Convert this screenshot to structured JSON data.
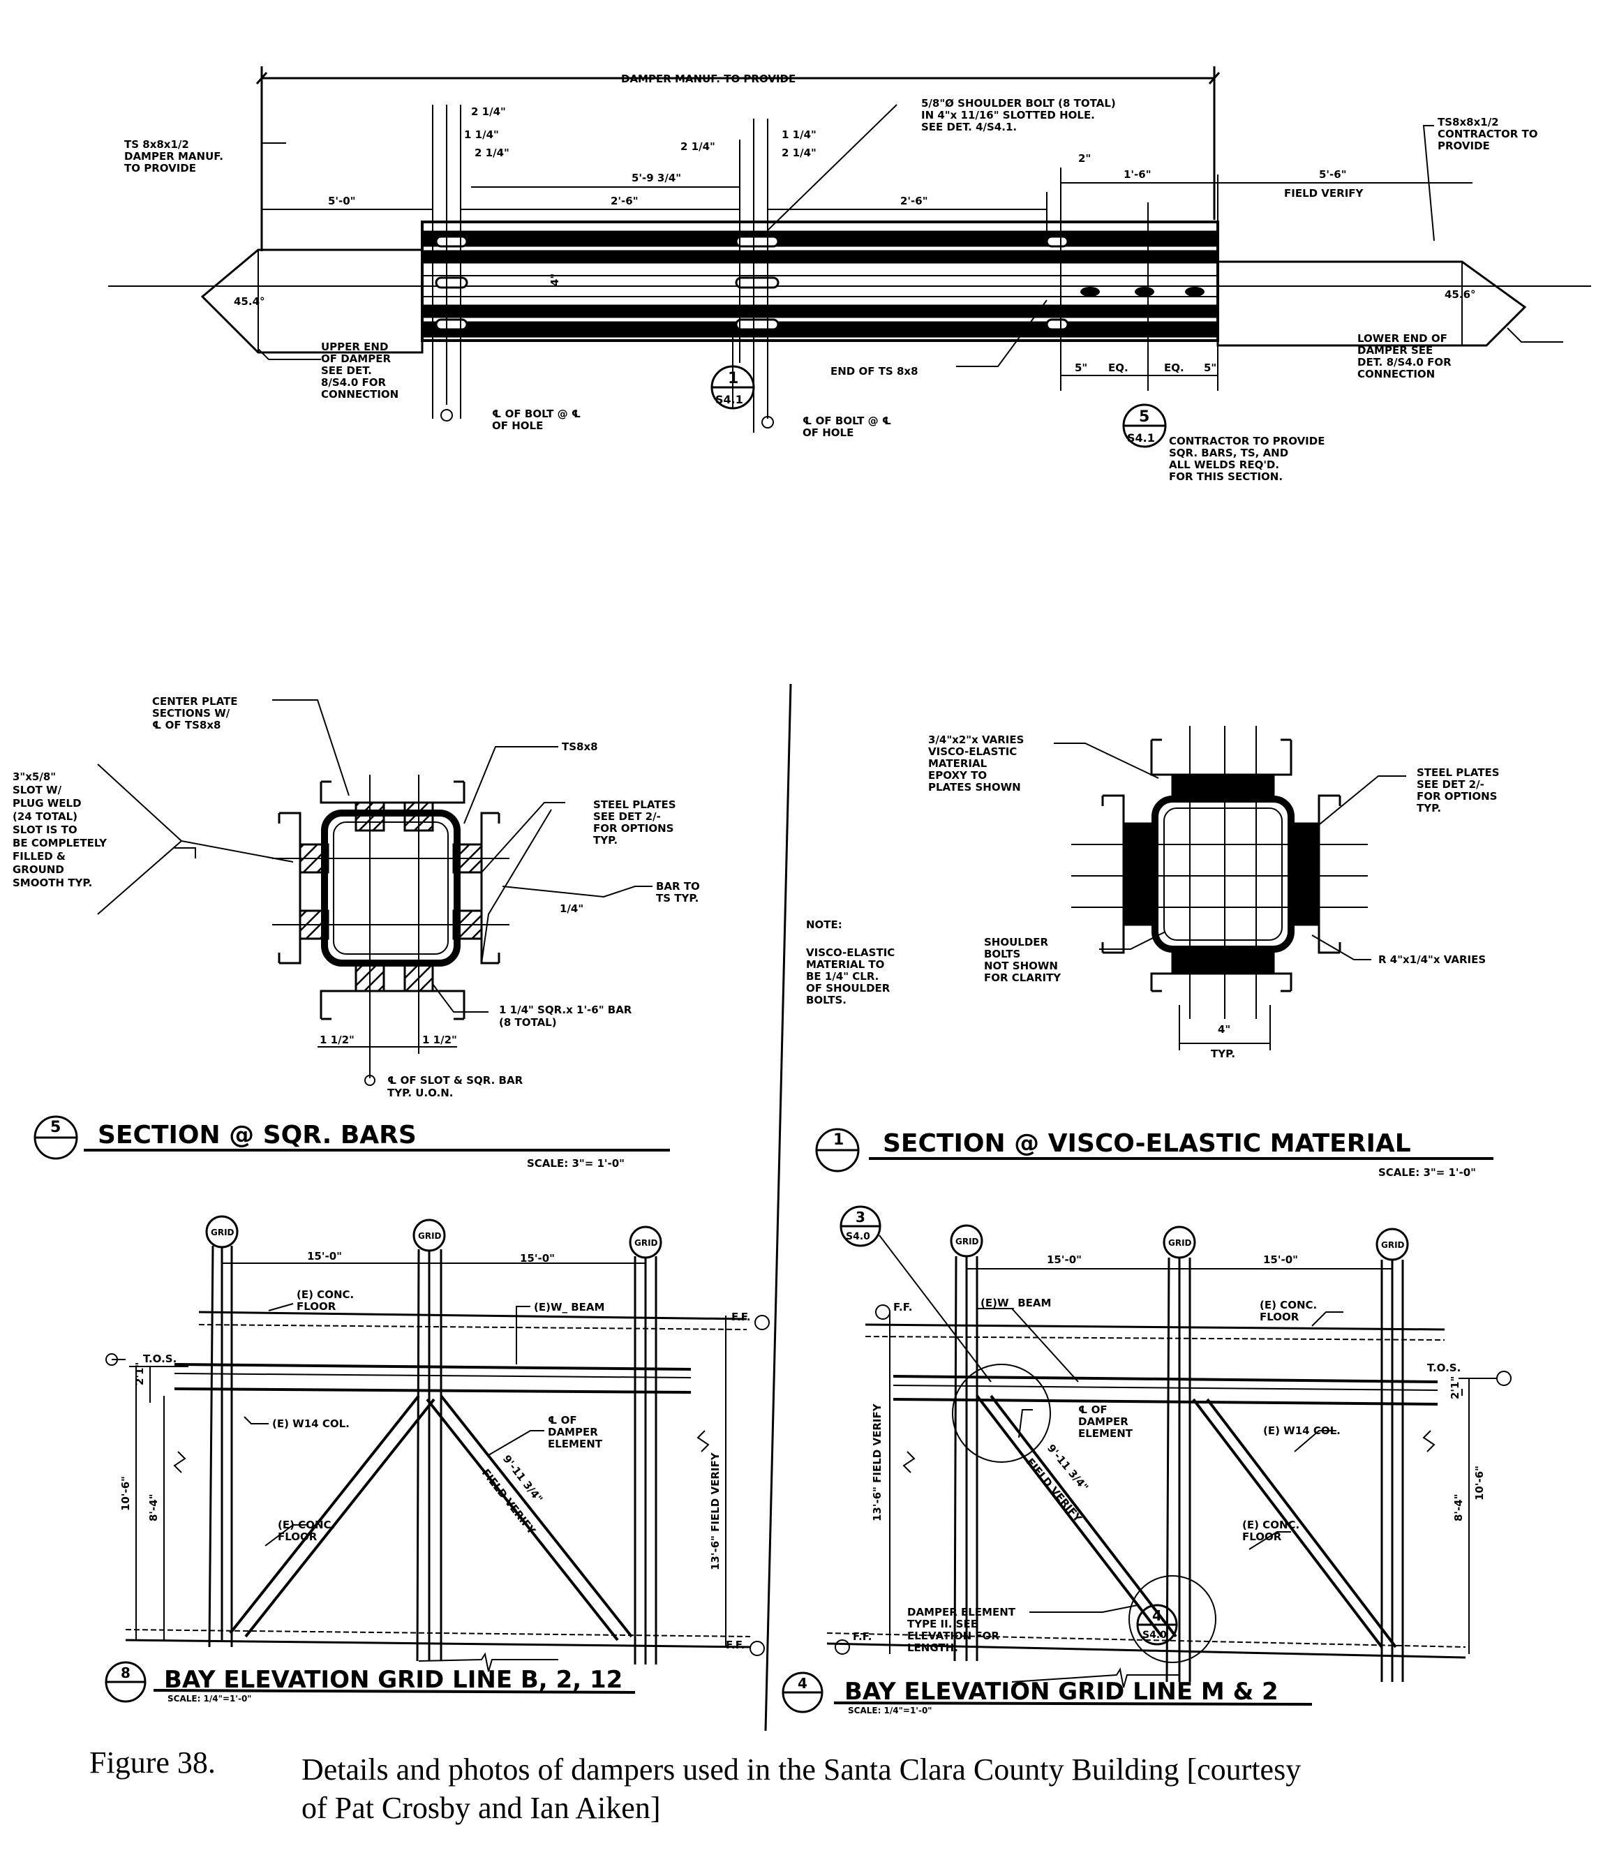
{
  "damper_detail": {
    "manuf_provide": "DAMPER MANUF. TO PROVIDE",
    "ts_manuf": [
      "TS 8x8x1/2",
      "DAMPER MANUF.",
      "TO PROVIDE"
    ],
    "ts_contractor": [
      "TS8x8x1/2",
      "CONTRACTOR TO",
      "PROVIDE"
    ],
    "bolt_note": [
      "5/8\"Ø SHOULDER BOLT (8 TOTAL)",
      "IN 4\"x 11/16\" SLOTTED HOLE.",
      "SEE DET. 4/S4.1."
    ],
    "dims": {
      "d_2_1_4_a": "2 1/4\"",
      "d_1_1_4_a": "1 1/4\"",
      "d_2_1_4_b": "2 1/4\"",
      "d_2_1_4_c": "2 1/4\"",
      "d_1_1_4_b": "1 1/4\"",
      "d_2_1_4_d": "2 1/4\"",
      "d_5_0": "5'-0\"",
      "d_5_9_3_4": "5'-9 3/4\"",
      "d_2_6_a": "2'-6\"",
      "d_2_6_b": "2'-6\"",
      "d_2in": "2\"",
      "d_1_6": "1'-6\"",
      "d_5_6": "5'-6\"",
      "field_verify": "FIELD VERIFY",
      "d_4in": "4\"",
      "ang_left": "45.4°",
      "ang_right": "45.6°",
      "b5a": "5\"",
      "eq1": "EQ.",
      "eq2": "EQ.",
      "b5b": "5\""
    },
    "upper_end": [
      "UPPER END",
      "OF DAMPER",
      "SEE DET.",
      "8/S4.0 FOR",
      "CONNECTION"
    ],
    "lower_end": [
      "LOWER END OF",
      "DAMPER SEE",
      "DET. 8/S4.0 FOR",
      "CONNECTION"
    ],
    "cl_bolt_1": [
      "℄ OF BOLT @ ℄",
      "OF HOLE"
    ],
    "cl_bolt_2": [
      "℄ OF BOLT @ ℄",
      "OF HOLE"
    ],
    "end_ts": "END OF TS 8x8",
    "contractor_note": [
      "CONTRACTOR TO PROVIDE",
      "SQR. BARS, TS, AND",
      "ALL WELDS REQ'D.",
      "FOR THIS SECTION."
    ],
    "bubble1": {
      "num": "1",
      "ref": "S4.1"
    },
    "bubble5": {
      "num": "5",
      "ref": "S4.1"
    }
  },
  "section_sqr": {
    "center_plate": [
      "CENTER PLATE",
      "SECTIONS W/",
      "℄ OF TS8x8"
    ],
    "ts8x8": "TS8x8",
    "slot_note": [
      "3\"x5/8\"",
      "SLOT W/",
      "PLUG WELD",
      "(24 TOTAL)",
      "SLOT IS TO",
      "BE COMPLETELY",
      "FILLED &",
      "GROUND",
      "SMOOTH TYP."
    ],
    "steel_plates": [
      "STEEL PLATES",
      "SEE DET 2/-",
      "FOR OPTIONS",
      "TYP."
    ],
    "bar_to_ts": [
      "BAR TO",
      "TS TYP."
    ],
    "weld": "1/4\"",
    "sqr_bar": [
      "1 1/4\" SQR.x 1'-6\" BAR",
      "(8 TOTAL)"
    ],
    "dim_a": "1 1/2\"",
    "dim_b": "1 1/2\"",
    "cl_slot": [
      "℄ OF SLOT & SQR. BAR",
      "TYP. U.O.N."
    ],
    "bubble": "5",
    "title": "SECTION @ SQR. BARS",
    "scale": "SCALE: 3\"= 1'-0\""
  },
  "section_visco": {
    "visco_note": [
      "3/4\"x2\"x VARIES",
      "VISCO-ELASTIC",
      "MATERIAL",
      "EPOXY TO",
      "PLATES SHOWN"
    ],
    "steel_plates": [
      "STEEL PLATES",
      "SEE DET 2/-",
      "FOR OPTIONS",
      "TYP."
    ],
    "note_head": "NOTE:",
    "note": [
      "VISCO-ELASTIC",
      "MATERIAL TO",
      "BE 1/4\" CLR.",
      "OF SHOULDER",
      "BOLTS."
    ],
    "shoulder": [
      "SHOULDER",
      "BOLTS",
      "NOT SHOWN",
      "FOR CLARITY"
    ],
    "plate": "R 4\"x1/4\"x VARIES",
    "dim4": "4\"",
    "typ": "TYP.",
    "bubble": "1",
    "title": "SECTION @ VISCO-ELASTIC MATERIAL",
    "scale": "SCALE: 3\"= 1'-0\""
  },
  "bay_left": {
    "grid": [
      "GRID",
      "GRID",
      "GRID"
    ],
    "span1": "15'-0\"",
    "span2": "15'-0\"",
    "floor_top": [
      "(E) CONC.",
      "FLOOR"
    ],
    "beam": "(E)W_ BEAM",
    "tos": "T.O.S.",
    "ff": "F.F.",
    "ff2": "F.F.",
    "col": "(E) W14 COL.",
    "cl_damper": [
      "℄ OF",
      "DAMPER",
      "ELEMENT"
    ],
    "len": "9'-11 3/4\"",
    "fv": "FIELD VERIFY",
    "floor_bot": [
      "(E) CONC.",
      "FLOOR"
    ],
    "h1": "10'-6\"",
    "h2": "8'-4\"",
    "h3": "2'1\"",
    "fv_vert": "13'-6\" FIELD VERIFY",
    "bubble": "8",
    "title": "BAY ELEVATION GRID LINE B, 2, 12",
    "scale": "SCALE: 1/4\"=1'-0\""
  },
  "bay_right": {
    "grid": [
      "GRID",
      "GRID",
      "GRID"
    ],
    "span1": "15'-0\"",
    "span2": "15'-0\"",
    "beam": "(E)W_ BEAM",
    "floor_top": [
      "(E) CONC.",
      "FLOOR"
    ],
    "ff": "F.F.",
    "ff2": "F.F.",
    "tos": "T.O.S.",
    "fv_vert": "13'-6\" FIELD VERIFY",
    "cl_damper": [
      "℄ OF",
      "DAMPER",
      "ELEMENT"
    ],
    "col": "(E) W14 COL.",
    "len": "9'-11 3/4\"",
    "fv": "FIELD VERIFY",
    "floor_bot": [
      "(E) CONC.",
      "FLOOR"
    ],
    "h1": "8'-4\"",
    "h2": "10'-6\"",
    "h3": "2'1\"",
    "damper_elem": [
      "DAMPER ELEMENT",
      "TYPE II. SEE",
      "ELEVATION FOR",
      "LENGTH."
    ],
    "bubble3": {
      "num": "3",
      "ref": "S4.0"
    },
    "bubble4": {
      "num": "4",
      "ref": "S4.0"
    },
    "bubble": "4",
    "title": "BAY ELEVATION GRID LINE M & 2",
    "scale": "SCALE: 1/4\"=1'-0\""
  },
  "caption": {
    "label": "Figure 38.",
    "line1": "Details and photos of dampers used in the Santa Clara County Building [courtesy",
    "line2": "of Pat Crosby and Ian Aiken]"
  }
}
